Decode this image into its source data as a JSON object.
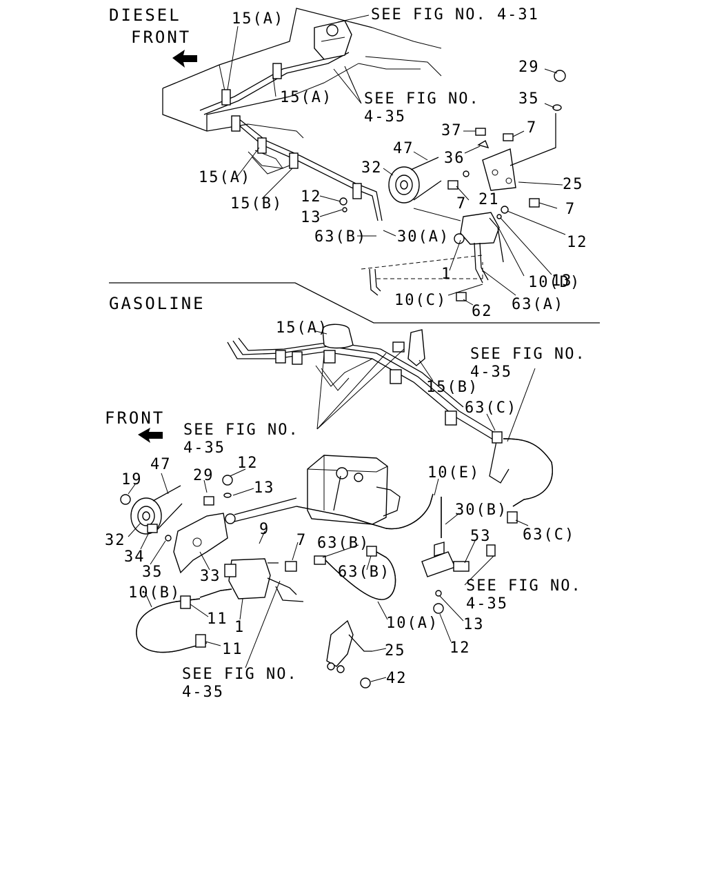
{
  "sections": {
    "diesel": "DIESEL",
    "gasoline": "GASOLINE"
  },
  "front_labels": {
    "diesel": "FRONT",
    "gasoline": "FRONT"
  },
  "diesel_labels": [
    {
      "id": "d-15a-top",
      "text": "15(A)"
    },
    {
      "id": "d-seefig-431",
      "text": "SEE FIG NO. 4-31"
    },
    {
      "id": "d-15a-mid",
      "text": "15(A)"
    },
    {
      "id": "d-seefig-435-l1",
      "text": "SEE FIG NO."
    },
    {
      "id": "d-seefig-435-l2",
      "text": "4-35"
    },
    {
      "id": "d-29",
      "text": "29"
    },
    {
      "id": "d-35",
      "text": "35"
    },
    {
      "id": "d-37",
      "text": "37"
    },
    {
      "id": "d-7a",
      "text": "7"
    },
    {
      "id": "d-47",
      "text": "47"
    },
    {
      "id": "d-36",
      "text": "36"
    },
    {
      "id": "d-32",
      "text": "32"
    },
    {
      "id": "d-25",
      "text": "25"
    },
    {
      "id": "d-7b",
      "text": "7"
    },
    {
      "id": "d-21",
      "text": "21"
    },
    {
      "id": "d-7c",
      "text": "7"
    },
    {
      "id": "d-15a-low",
      "text": "15(A)"
    },
    {
      "id": "d-15b",
      "text": "15(B)"
    },
    {
      "id": "d-12a",
      "text": "12"
    },
    {
      "id": "d-13a",
      "text": "13"
    },
    {
      "id": "d-12b",
      "text": "12"
    },
    {
      "id": "d-63b",
      "text": "63(B)"
    },
    {
      "id": "d-30a",
      "text": "30(A)"
    },
    {
      "id": "d-13b",
      "text": "13"
    },
    {
      "id": "d-1",
      "text": "1"
    },
    {
      "id": "d-10d",
      "text": "10(D)"
    },
    {
      "id": "d-10c",
      "text": "10(C)"
    },
    {
      "id": "d-63a",
      "text": "63(A)"
    },
    {
      "id": "d-62",
      "text": "62"
    }
  ],
  "gasoline_labels": [
    {
      "id": "g-15a",
      "text": "15(A)"
    },
    {
      "id": "g-seefig-r1",
      "text": "SEE FIG NO."
    },
    {
      "id": "g-seefig-r1b",
      "text": "4-35"
    },
    {
      "id": "g-15b",
      "text": "15(B)"
    },
    {
      "id": "g-seefig-l1",
      "text": "SEE FIG NO."
    },
    {
      "id": "g-seefig-l1b",
      "text": "4-35"
    },
    {
      "id": "g-63c-a",
      "text": "63(C)"
    },
    {
      "id": "g-12a",
      "text": "12"
    },
    {
      "id": "g-47",
      "text": "47"
    },
    {
      "id": "g-13a",
      "text": "13"
    },
    {
      "id": "g-19",
      "text": "19"
    },
    {
      "id": "g-29",
      "text": "29"
    },
    {
      "id": "g-10e",
      "text": "10(E)"
    },
    {
      "id": "g-30b",
      "text": "30(B)"
    },
    {
      "id": "g-9",
      "text": "9"
    },
    {
      "id": "g-63c-b",
      "text": "63(C)"
    },
    {
      "id": "g-32",
      "text": "32"
    },
    {
      "id": "g-34",
      "text": "34"
    },
    {
      "id": "g-7",
      "text": "7"
    },
    {
      "id": "g-63b-a",
      "text": "63(B)"
    },
    {
      "id": "g-53",
      "text": "53"
    },
    {
      "id": "g-35",
      "text": "35"
    },
    {
      "id": "g-63b-b",
      "text": "63(B)"
    },
    {
      "id": "g-33",
      "text": "33"
    },
    {
      "id": "g-seefig-r2",
      "text": "SEE FIG NO."
    },
    {
      "id": "g-seefig-r2b",
      "text": "4-35"
    },
    {
      "id": "g-10b",
      "text": "10(B)"
    },
    {
      "id": "g-11a",
      "text": "11"
    },
    {
      "id": "g-1",
      "text": "1"
    },
    {
      "id": "g-10a",
      "text": "10(A)"
    },
    {
      "id": "g-13b",
      "text": "13"
    },
    {
      "id": "g-12b",
      "text": "12"
    },
    {
      "id": "g-11b",
      "text": "11"
    },
    {
      "id": "g-25",
      "text": "25"
    },
    {
      "id": "g-seefig-b1",
      "text": "SEE FIG NO."
    },
    {
      "id": "g-seefig-b1b",
      "text": "4-35"
    },
    {
      "id": "g-42",
      "text": "42"
    }
  ]
}
